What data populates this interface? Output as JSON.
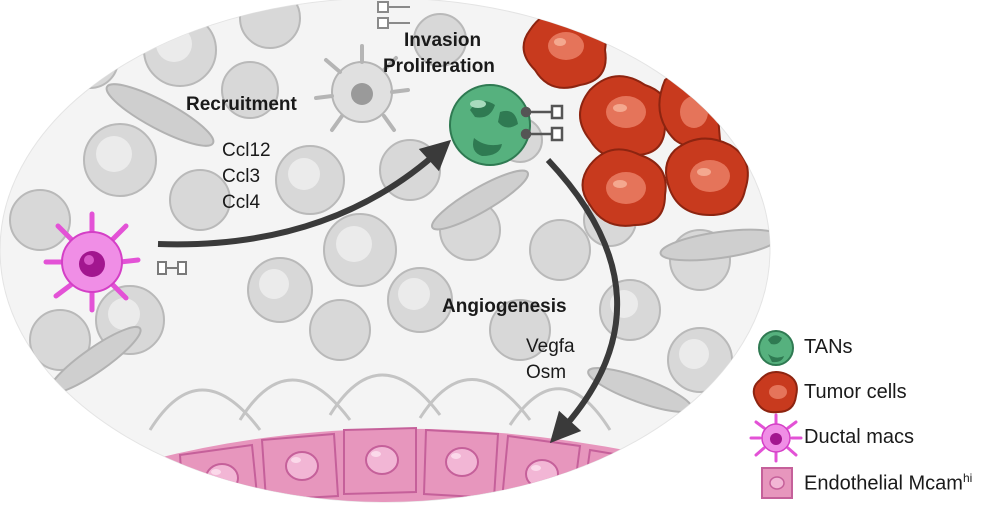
{
  "labels": {
    "recruitment": "Recruitment",
    "recruitment_genes": [
      "Ccl12",
      "Ccl3",
      "Ccl4"
    ],
    "invasion": "Invasion",
    "proliferation": "Proliferation",
    "angiogenesis": "Angiogenesis",
    "angiogenesis_genes": [
      "Vegfa",
      "Osm"
    ]
  },
  "legend": {
    "tans": "TANs",
    "tumor": "Tumor cells",
    "ductal": "Ductal macs",
    "endothelial": "Endothelial Mcam",
    "endothelial_sup": "hi"
  },
  "colors": {
    "tan": "#3f9e6b",
    "tumor": "#c83a1e",
    "ductal": "#e352d6",
    "endothelial": "#e796bd",
    "grey_cell": "#d6d6d6",
    "arrow": "#3a3a3a"
  }
}
